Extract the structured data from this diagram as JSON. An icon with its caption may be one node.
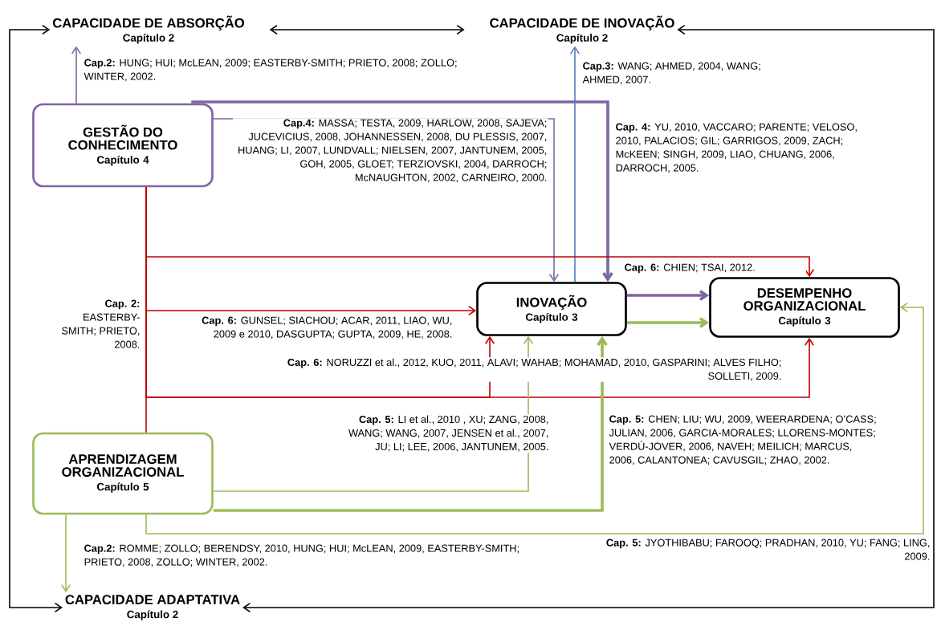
{
  "diagram": {
    "nodes": [
      {
        "text": [
          "CAPACIDADE DE ABSORÇÃO",
          "Capítulo 2"
        ]
      },
      {
        "text": [
          "CAPACIDADE DE INOVAÇÃO",
          "Capítulo 2"
        ]
      },
      {
        "text": [
          "GESTÃO DO CONHECIMENTO",
          "Capítulo 4"
        ]
      },
      {
        "text": [
          "INOVAÇÃO",
          "Capítulo 3"
        ]
      },
      {
        "text": [
          "DESEMPENHO ORGANIZACIONAL",
          "Capítulo 3"
        ]
      },
      {
        "text": [
          "APRENDIZAGEM ORGANIZACIONAL",
          "Capítulo 5"
        ]
      },
      {
        "text": [
          "CAPACIDADE ADAPTATIVA",
          "Capítulo 2"
        ]
      }
    ],
    "edges": [
      {
        "from": 0,
        "to": 6,
        "arrow": "both",
        "color": "#000000"
      },
      {
        "from": 1,
        "to": 6,
        "arrow": "both",
        "color": "#000000"
      },
      {
        "from": 0,
        "to": 1,
        "arrow": "both",
        "color": "#000000"
      },
      {
        "from": 2,
        "to": 0,
        "arrow": "to",
        "color": "#8064a2",
        "label": "**Cap.2:** HUNG; HUI; McLEAN, 2009; EASTERBY-SMITH; PRIETO, 2008; ZOLLO; WINTER, 2002."
      },
      {
        "from": 2,
        "to": 3,
        "arrow": "to",
        "color": "#8064a2",
        "label": "**Cap.4:** MASSA; TESTA, 2009, HARLOW, 2008, SAJEVA; JUCEVICIUS, 2008, JOHANNESSEN, 2008, DU PLESSIS, 2007, HUANG; LI, 2007, LUNDVALL; NIELSEN, 2007, JANTUNEM, 2005, GOH, 2005, GLOET; TERZIOVSKI, 2004, DARROCH; McNAUGHTON, 2002, CARNEIRO, 2000."
      },
      {
        "from": 2,
        "to": 3,
        "arrow": "to",
        "style": "thick",
        "color": "#8064a2",
        "label": "**Cap. 4:** YU, 2010, VACCARO; PARENTE; VELOSO, 2010, PALACIOS; GIL; GARRIGOS, 2009, ZACH; McKEEN; SINGH, 2009, LIAO, CHUANG, 2006, DARROCH, 2005."
      },
      {
        "from": 3,
        "to": 4,
        "arrow": "to",
        "style": "thick",
        "color": "#8064a2"
      },
      {
        "from": 3,
        "to": 1,
        "arrow": "to",
        "color": "#4f81bd",
        "label": "**Cap.3:** WANG; AHMED, 2004, WANG; AHMED, 2007."
      },
      {
        "from": 2,
        "to": 4,
        "arrow": "to",
        "label": "**Cap. 6:** CHIEN; TSAI, 2012."
      },
      {
        "from": 2,
        "to": 3,
        "arrow": "to",
        "label": "**Cap. 6:** GUNSEL; SIACHOU; ACAR, 2011, LIAO, WU, 2009 e 2010, DASGUPTA; GUPTA, 2009, HE, 2008."
      },
      {
        "from": 2,
        "to": 3,
        "arrow": "to",
        "label": "**Cap. 6:** NORUZZI et al., 2012, KUO, 2011, ALAVI; WAHAB; MOHAMAD, 2010, GASPARINI; ALVES FILHO; SOLLETI, 2009."
      },
      {
        "from": 2,
        "to": 4,
        "arrow": "to"
      },
      {
        "from": 2,
        "to": 5,
        "arrow": "none",
        "label": "**Cap. 2:** EASTERBY-SMITH; PRIETO, 2008."
      },
      {
        "from": 5,
        "to": 3,
        "arrow": "to",
        "color": "#9bbb59",
        "label": "**Cap. 5:** LI et al., 2010 , XU; ZANG, 2008, WANG; WANG, 2007, JENSEN et al., 2007, JU; LI; LEE, 2006, JANTUNEM, 2005."
      },
      {
        "from": 5,
        "to": 3,
        "arrow": "to",
        "style": "thick",
        "color": "#9bbb59",
        "label": "**Cap. 5:** CHEN; LIU; WU, 2009, WEERARDENA; O’CASS; JULIAN, 2006, GARCIA-MORALES; LLORENS-MONTES; VERDÚ-JOVER, 2006, NAVEH; MEILICH; MARCUS, 2006, CALANTONEA; CAVUSGIL; ZHAO, 2002."
      },
      {
        "from": 3,
        "to": 4,
        "arrow": "to",
        "style": "thick",
        "color": "#9bbb59"
      },
      {
        "from": 5,
        "to": 4,
        "arrow": "to",
        "color": "#9bbb59",
        "label": "**Cap. 5:** JYOTHIBABU; FAROOQ; PRADHAN, 2010, YU; FANG; LING, 2009."
      },
      {
        "from": 5,
        "to": 6,
        "arrow": "to",
        "color": "#9bbb59",
        "label": "**Cap.2:** ROMME; ZOLLO; BERENDSY, 2010, HUNG; HUI; McLEAN, 2009, EASTERBY-SMITH; PRIETO, 2008, ZOLLO; WINTER, 2002."
      }
    ]
  }
}
